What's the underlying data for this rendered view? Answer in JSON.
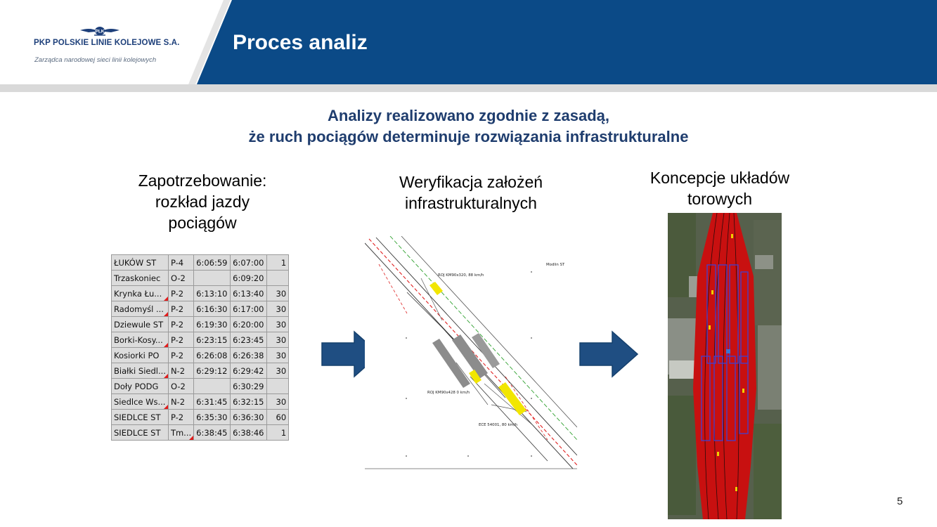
{
  "header": {
    "logo_name": "PKP POLSKIE LINIE KOLEJOWE S.A.",
    "logo_tagline": "Zarządca narodowej sieci linii kolejowych",
    "logo_emblem_text": "PLK",
    "title": "Proces analiz"
  },
  "colors": {
    "header_blue": "#0b4a87",
    "title_text": "#ffffff",
    "subtitle_blue": "#1f3d6e",
    "arrow_blue": "#1f4e82"
  },
  "subtitle": {
    "line1": "Analizy realizowano zgodnie z zasadą,",
    "line2": "że ruch pociągów determinuje rozwiązania infrastrukturalne"
  },
  "columns": [
    {
      "heading_lines": [
        "Zapotrzebowanie:",
        "rozkład jazdy",
        "pociągów"
      ]
    },
    {
      "heading_lines": [
        "Weryfikacja założeń",
        "infrastrukturalnych"
      ]
    },
    {
      "heading_lines": [
        "Koncepcje układów",
        "torowych"
      ]
    }
  ],
  "timetable": {
    "rows": [
      {
        "station": "ŁUKÓW ST",
        "type": "P-4",
        "arr": "6:06:59",
        "dep": "6:07:00",
        "num": "1",
        "mark_station": false,
        "mark_type": false
      },
      {
        "station": "Trzaskoniec",
        "type": "O-2",
        "arr": "",
        "dep": "6:09:20",
        "num": "",
        "mark_station": false,
        "mark_type": false
      },
      {
        "station": "Krynka Łu...",
        "type": "P-2",
        "arr": "6:13:10",
        "dep": "6:13:40",
        "num": "30",
        "mark_station": true,
        "mark_type": false
      },
      {
        "station": "Radomyśl ...",
        "type": "P-2",
        "arr": "6:16:30",
        "dep": "6:17:00",
        "num": "30",
        "mark_station": true,
        "mark_type": false
      },
      {
        "station": "Dziewule ST",
        "type": "P-2",
        "arr": "6:19:30",
        "dep": "6:20:00",
        "num": "30",
        "mark_station": false,
        "mark_type": false
      },
      {
        "station": "Borki-Kosy...",
        "type": "P-2",
        "arr": "6:23:15",
        "dep": "6:23:45",
        "num": "30",
        "mark_station": true,
        "mark_type": false
      },
      {
        "station": "Kosiorki PO",
        "type": "P-2",
        "arr": "6:26:08",
        "dep": "6:26:38",
        "num": "30",
        "mark_station": false,
        "mark_type": false
      },
      {
        "station": "Białki Siedl...",
        "type": "N-2",
        "arr": "6:29:12",
        "dep": "6:29:42",
        "num": "30",
        "mark_station": true,
        "mark_type": false
      },
      {
        "station": "Doły PODG",
        "type": "O-2",
        "arr": "",
        "dep": "6:30:29",
        "num": "",
        "mark_station": false,
        "mark_type": false
      },
      {
        "station": "Siedlce Ws...",
        "type": "N-2",
        "arr": "6:31:45",
        "dep": "6:32:15",
        "num": "30",
        "mark_station": true,
        "mark_type": false
      },
      {
        "station": "SIEDLCE ST",
        "type": "P-2",
        "arr": "6:35:30",
        "dep": "6:36:30",
        "num": "60",
        "mark_station": false,
        "mark_type": false
      },
      {
        "station": "SIEDLCE ST",
        "type": "Tm...",
        "arr": "6:38:45",
        "dep": "6:38:46",
        "num": "1",
        "mark_station": false,
        "mark_type": true
      }
    ]
  },
  "diagram": {
    "labels": {
      "top_right": "Modlin ST",
      "upper": "ROJ KM90x320, 88 km/h",
      "middle": "ROJ KM90x428  0 km/h",
      "lower": "ECE 54001, 80 km/h"
    }
  },
  "page_number": "5"
}
